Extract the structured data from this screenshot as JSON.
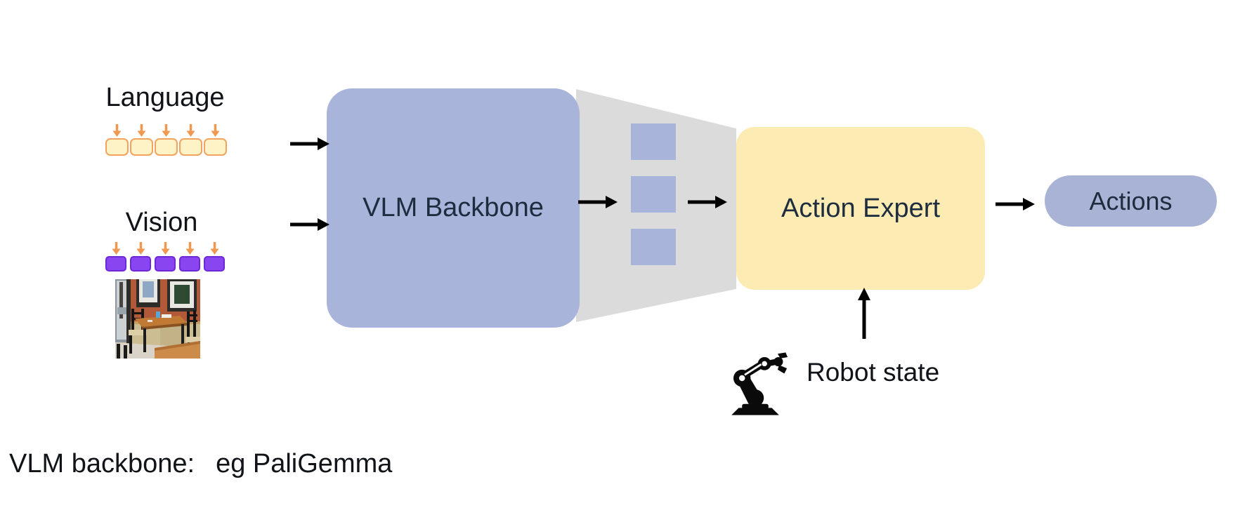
{
  "title": "VLA architecture diagram",
  "colors": {
    "background": "#ffffff",
    "block_blue": "#a9b4da",
    "pill_blue": "#a9b3d6",
    "block_yellow": "#fcecb3",
    "funnel_gray": "#dbdbdb",
    "box_text": "#1d2c3e",
    "label_text": "#101318",
    "arrow_black": "#000000",
    "token_arrow_orange": "#f0984f"
  },
  "inputs": {
    "language": {
      "name": "language",
      "label": "Language",
      "token_count": 5,
      "token_fill": "#fdf3c6",
      "token_border": "#f2a45e",
      "token_width": 33,
      "token_height": 25,
      "token_radius": 7,
      "token_gap": 2
    },
    "vision": {
      "name": "vision",
      "label": "Vision",
      "token_count": 5,
      "token_fill": "#8845f0",
      "token_border": "#6e28d9",
      "token_width": 30,
      "token_height": 22,
      "token_radius": 5,
      "token_gap": 5,
      "image_name": "cafe-scene-image"
    }
  },
  "nodes": {
    "vlm_backbone": {
      "label": "VLM Backbone",
      "fill": "#a9b4da"
    },
    "latent_tokens": {
      "count": 3,
      "fill": "#a9b4da"
    },
    "action_expert": {
      "label": "Action Expert",
      "fill": "#fcecb3"
    },
    "actions": {
      "label": "Actions",
      "fill": "#a9b3d6"
    },
    "robot_state": {
      "label": "Robot state",
      "icon": "robot-arm-icon"
    }
  },
  "caption": {
    "label": "VLM backbone:",
    "value": "eg PaliGemma"
  }
}
